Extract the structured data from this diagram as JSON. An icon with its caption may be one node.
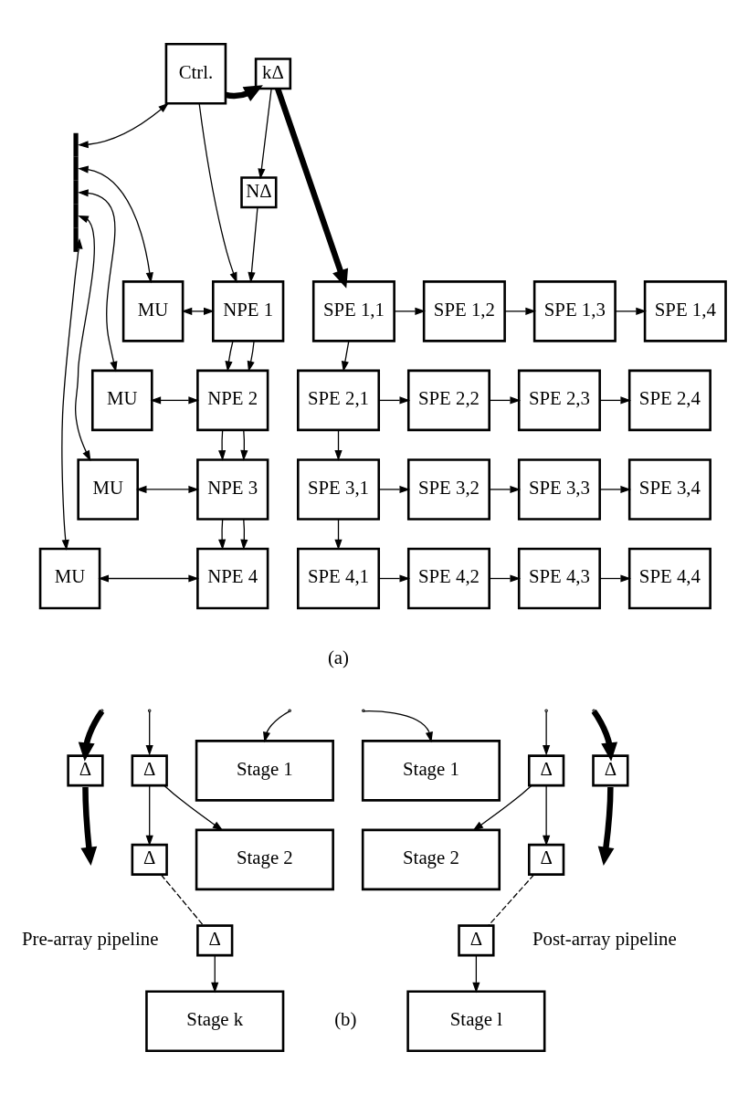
{
  "diagram": {
    "nodes": [
      {
        "text": [],
        "shape": "bar"
      },
      {
        "text": [
          "Ctrl."
        ]
      },
      {
        "text": [
          "kΔ"
        ]
      },
      {
        "text": [
          "NΔ"
        ]
      },
      {
        "text": [
          "MU"
        ]
      },
      {
        "text": [
          "NPE 1"
        ]
      },
      {
        "text": [
          "SPE 1,1"
        ]
      },
      {
        "text": [
          "SPE 1,2"
        ]
      },
      {
        "text": [
          "SPE 1,3"
        ]
      },
      {
        "text": [
          "SPE 1,4"
        ]
      },
      {
        "text": [
          "MU"
        ]
      },
      {
        "text": [
          "NPE 2"
        ]
      },
      {
        "text": [
          "SPE 2,1"
        ]
      },
      {
        "text": [
          "SPE 2,2"
        ]
      },
      {
        "text": [
          "SPE 2,3"
        ]
      },
      {
        "text": [
          "SPE 2,4"
        ]
      },
      {
        "text": [
          "MU"
        ]
      },
      {
        "text": [
          "NPE 3"
        ]
      },
      {
        "text": [
          "SPE 3,1"
        ]
      },
      {
        "text": [
          "SPE 3,2"
        ]
      },
      {
        "text": [
          "SPE 3,3"
        ]
      },
      {
        "text": [
          "SPE 3,4"
        ]
      },
      {
        "text": [
          "MU"
        ]
      },
      {
        "text": [
          "NPE 4"
        ]
      },
      {
        "text": [
          "SPE 4,1"
        ]
      },
      {
        "text": [
          "SPE 4,2"
        ]
      },
      {
        "text": [
          "SPE 4,3"
        ]
      },
      {
        "text": [
          "SPE 4,4"
        ]
      },
      {
        "text": [
          "Δ"
        ]
      },
      {
        "text": [
          "Δ"
        ]
      },
      {
        "text": [
          "Stage 1"
        ]
      },
      {
        "text": [
          "Stage 2"
        ]
      },
      {
        "text": [
          "Δ"
        ]
      },
      {
        "text": [
          "Δ"
        ]
      },
      {
        "text": [
          "Stage k"
        ]
      },
      {
        "text": [
          "Stage 1"
        ]
      },
      {
        "text": [
          "Δ"
        ]
      },
      {
        "text": [
          "Δ"
        ]
      },
      {
        "text": [
          "Stage 2"
        ]
      },
      {
        "text": [
          "Δ"
        ]
      },
      {
        "text": [
          "Δ"
        ]
      },
      {
        "text": [
          "Stage l"
        ]
      }
    ],
    "edges": [
      {
        "from": 0,
        "to": 1,
        "arrow": "both"
      },
      {
        "from": 1,
        "to": 2,
        "arrow": "to",
        "style": "thick"
      },
      {
        "from": 1,
        "to": 5,
        "arrow": "to"
      },
      {
        "from": 2,
        "to": 6,
        "arrow": "to",
        "style": "thick"
      },
      {
        "from": 2,
        "to": 3,
        "arrow": "to"
      },
      {
        "from": 3,
        "to": 5,
        "arrow": "to"
      },
      {
        "from": 0,
        "to": 4,
        "arrow": "both"
      },
      {
        "from": 4,
        "to": 5,
        "arrow": "both"
      },
      {
        "from": 0,
        "to": 10,
        "arrow": "both"
      },
      {
        "from": 10,
        "to": 11,
        "arrow": "both"
      },
      {
        "from": 0,
        "to": 16,
        "arrow": "both"
      },
      {
        "from": 16,
        "to": 17,
        "arrow": "both"
      },
      {
        "from": 0,
        "to": 22,
        "arrow": "both"
      },
      {
        "from": 22,
        "to": 23,
        "arrow": "both"
      },
      {
        "from": 5,
        "to": 11,
        "arrow": "to"
      },
      {
        "from": 5,
        "to": 11,
        "arrow": "to"
      },
      {
        "from": 11,
        "to": 17,
        "arrow": "to"
      },
      {
        "from": 11,
        "to": 17,
        "arrow": "to"
      },
      {
        "from": 17,
        "to": 23,
        "arrow": "to"
      },
      {
        "from": 17,
        "to": 23,
        "arrow": "to"
      },
      {
        "from": 6,
        "to": 7,
        "arrow": "to"
      },
      {
        "from": 7,
        "to": 8,
        "arrow": "to"
      },
      {
        "from": 8,
        "to": 9,
        "arrow": "to"
      },
      {
        "from": 12,
        "to": 13,
        "arrow": "to"
      },
      {
        "from": 13,
        "to": 14,
        "arrow": "to"
      },
      {
        "from": 14,
        "to": 15,
        "arrow": "to"
      },
      {
        "from": 18,
        "to": 19,
        "arrow": "to"
      },
      {
        "from": 19,
        "to": 20,
        "arrow": "to"
      },
      {
        "from": 20,
        "to": 21,
        "arrow": "to"
      },
      {
        "from": 24,
        "to": 25,
        "arrow": "to"
      },
      {
        "from": 25,
        "to": 26,
        "arrow": "to"
      },
      {
        "from": 26,
        "to": 27,
        "arrow": "to"
      },
      {
        "from": 6,
        "to": 12,
        "arrow": "to"
      },
      {
        "from": 12,
        "to": 18,
        "arrow": "to"
      },
      {
        "from": 18,
        "to": 24,
        "arrow": "to"
      },
      {
        "from": 28,
        "to": null,
        "arrow": "to",
        "style": "thick"
      },
      {
        "from": null,
        "to": 28,
        "arrow": "to",
        "style": "thick"
      },
      {
        "from": null,
        "to": 30,
        "arrow": "to"
      },
      {
        "from": null,
        "to": 29,
        "arrow": "to"
      },
      {
        "from": 29,
        "to": 31,
        "arrow": "to"
      },
      {
        "from": 29,
        "to": 32,
        "arrow": "to"
      },
      {
        "from": 32,
        "to": 33,
        "arrow": "none",
        "style": "dashed"
      },
      {
        "from": 33,
        "to": 34,
        "arrow": "to"
      },
      {
        "from": 37,
        "to": null,
        "arrow": "to",
        "style": "thick"
      },
      {
        "from": null,
        "to": 37,
        "arrow": "to",
        "style": "thick"
      },
      {
        "from": null,
        "to": 35,
        "arrow": "to"
      },
      {
        "from": null,
        "to": 36,
        "arrow": "to"
      },
      {
        "from": 36,
        "to": 38,
        "arrow": "to"
      },
      {
        "from": 36,
        "to": 39,
        "arrow": "to"
      },
      {
        "from": 39,
        "to": 40,
        "arrow": "none",
        "style": "dashed"
      },
      {
        "from": 40,
        "to": 41,
        "arrow": "to"
      }
    ],
    "labels": [
      "(a)",
      "Pre-array pipeline",
      "Post-array pipeline",
      "(b)"
    ]
  }
}
